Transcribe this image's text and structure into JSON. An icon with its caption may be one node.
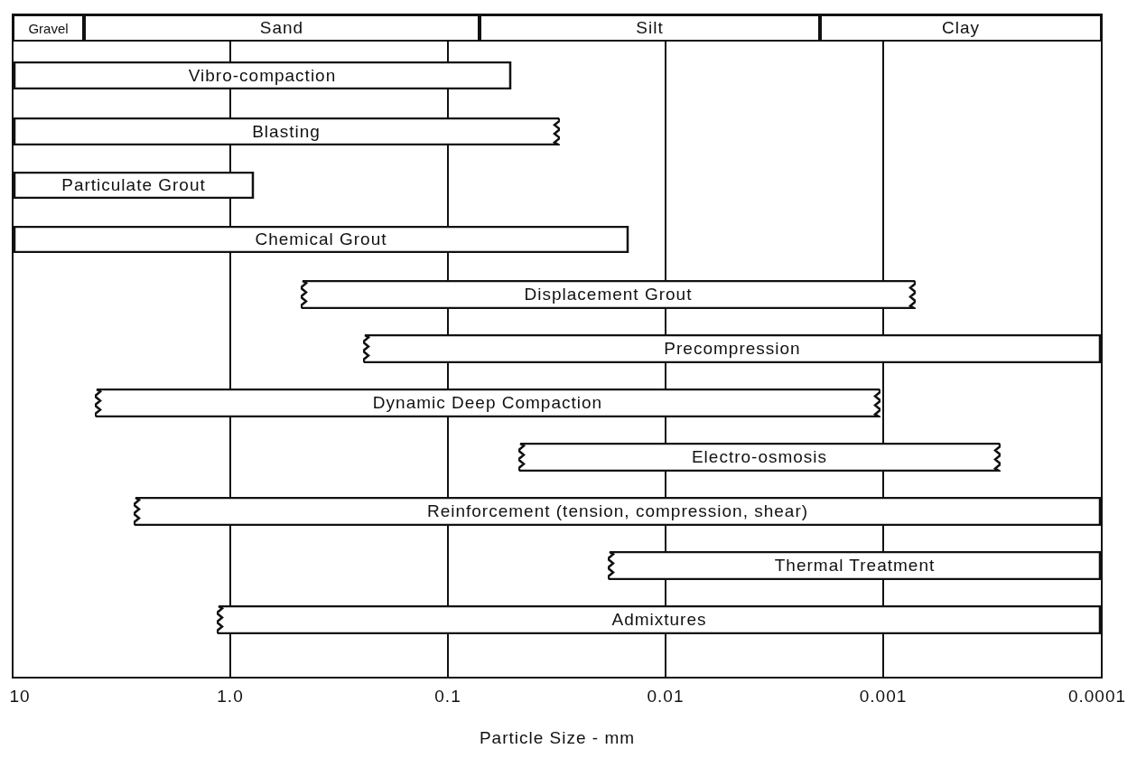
{
  "diagram": {
    "nodes": [
      {
        "text": [
          "Gravel"
        ]
      },
      {
        "text": [
          "Sand"
        ]
      },
      {
        "text": [
          "Silt"
        ]
      },
      {
        "text": [
          "Clay"
        ]
      },
      {
        "text": [
          "Vibro-compaction"
        ]
      },
      {
        "text": [
          "Blasting"
        ]
      },
      {
        "text": [
          "Particulate Grout"
        ]
      },
      {
        "text": [
          "Chemical Grout"
        ]
      },
      {
        "text": [
          "Displacement Grout"
        ]
      },
      {
        "text": [
          "Precompression"
        ]
      },
      {
        "text": [
          "Dynamic Deep Compaction"
        ]
      },
      {
        "text": [
          "Electro-osmosis"
        ]
      },
      {
        "text": [
          "Reinforcement (tension, compression, shear)"
        ]
      },
      {
        "text": [
          "Thermal Treatment"
        ]
      },
      {
        "text": [
          "Admixtures"
        ]
      }
    ],
    "edges": [],
    "labels": [
      "10",
      "1.0",
      "0.1",
      "0.01",
      "0.001",
      "0.0001",
      "Particle Size - mm"
    ]
  }
}
